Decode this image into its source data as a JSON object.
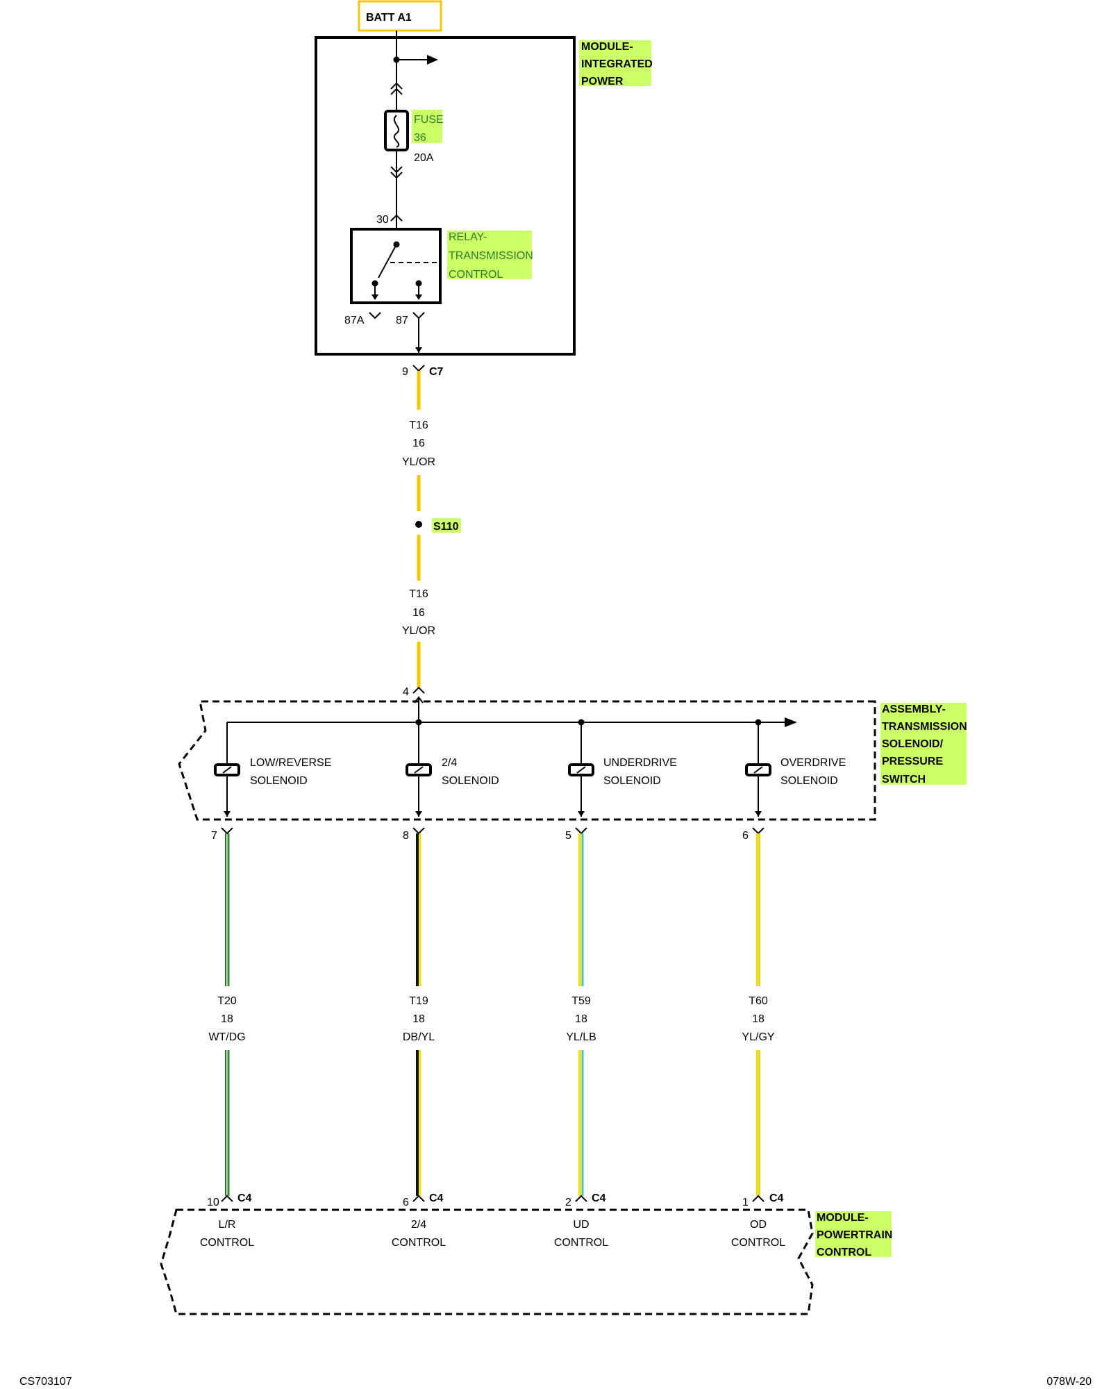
{
  "battery": {
    "label": "BATT A1"
  },
  "module_ipm": {
    "name_lines": [
      "MODULE-",
      "INTEGRATED",
      "POWER"
    ],
    "fuse": {
      "name_lines": [
        "FUSE",
        "36"
      ],
      "rating": "20A"
    },
    "relay": {
      "name_lines": [
        "RELAY-",
        "TRANSMISSION",
        "CONTROL"
      ],
      "pin_in": "30",
      "pin_nc": "87A",
      "pin_no": "87"
    }
  },
  "connector_c7": {
    "pin": "9",
    "name": "C7"
  },
  "feed_wire_upper": {
    "circuit": "T16",
    "gauge": "16",
    "color_code": "YL/OR"
  },
  "splice": {
    "name": "S110"
  },
  "feed_wire_lower": {
    "circuit": "T16",
    "gauge": "16",
    "color_code": "YL/OR"
  },
  "assembly": {
    "input_pin": "4",
    "name_lines": [
      "ASSEMBLY-",
      "TRANSMISSION",
      "SOLENOID/",
      "PRESSURE",
      "SWITCH"
    ],
    "solenoids": [
      {
        "label_lines": [
          "LOW/REVERSE",
          "SOLENOID"
        ],
        "out_pin": "7"
      },
      {
        "label_lines": [
          "2/4",
          "SOLENOID"
        ],
        "out_pin": "8"
      },
      {
        "label_lines": [
          "UNDERDRIVE",
          "SOLENOID"
        ],
        "out_pin": "5"
      },
      {
        "label_lines": [
          "OVERDRIVE",
          "SOLENOID"
        ],
        "out_pin": "6"
      }
    ]
  },
  "control_wires": [
    {
      "circuit": "T20",
      "gauge": "18",
      "color_code": "WT/DG",
      "base_color": "#ffffff",
      "stripe_color": "#2e8b2e",
      "pcm_pin": "10",
      "connector": "C4",
      "control_lines": [
        "L/R",
        "CONTROL"
      ]
    },
    {
      "circuit": "T19",
      "gauge": "18",
      "color_code": "DB/YL",
      "base_color": "#1a1a1a",
      "stripe_color": "#f2e200",
      "pcm_pin": "6",
      "connector": "C4",
      "control_lines": [
        "2/4",
        "CONTROL"
      ]
    },
    {
      "circuit": "T59",
      "gauge": "18",
      "color_code": "YL/LB",
      "base_color": "#f2e200",
      "stripe_color": "#3fc0d0",
      "pcm_pin": "2",
      "connector": "C4",
      "control_lines": [
        "UD",
        "CONTROL"
      ]
    },
    {
      "circuit": "T60",
      "gauge": "18",
      "color_code": "YL/GY",
      "base_color": "#f2e200",
      "stripe_color": "#cfcf3a",
      "pcm_pin": "1",
      "connector": "C4",
      "control_lines": [
        "OD",
        "CONTROL"
      ]
    }
  ],
  "module_pcm": {
    "name_lines": [
      "MODULE-",
      "POWERTRAIN",
      "CONTROL"
    ]
  },
  "footer": {
    "left": "CS703107",
    "right": "078W-20"
  },
  "colors": {
    "highlight": "#ccff66",
    "batt_box": "#f5d90a",
    "feed_wire": "#f5c800"
  }
}
